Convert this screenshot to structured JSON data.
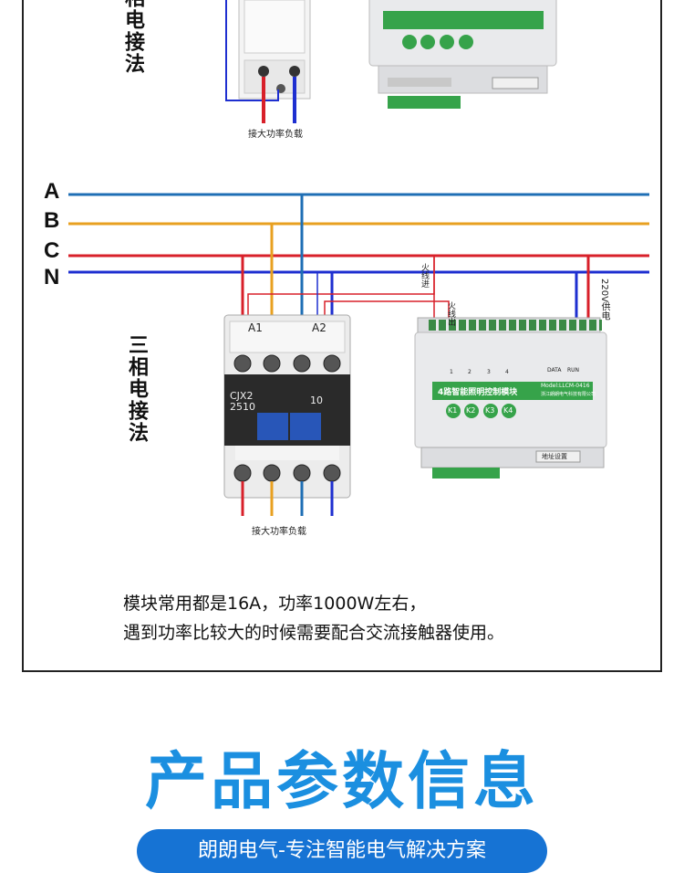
{
  "top_section": {
    "method_label_partial": "相电接法",
    "load_label": "接大功率负载"
  },
  "phases": [
    "A",
    "B",
    "C",
    "N"
  ],
  "contactor": {
    "terminal_a1": "A1",
    "terminal_a2": "A2",
    "model": "CJX2\n2510",
    "rating": "10"
  },
  "module": {
    "title": "4路智能照明控制模块",
    "model": "Model:LLCM-0416",
    "company": "浙江朗朗电气科技有限公司",
    "status_leds": [
      "DATA",
      "RUN"
    ],
    "buttons": [
      "K1",
      "K2",
      "K3",
      "K4"
    ],
    "channel_numbers": [
      "1",
      "2",
      "3",
      "4"
    ],
    "address_label": "地址设置"
  },
  "wire_labels": {
    "fire_in": "火线进",
    "fire_out": "火线出",
    "supply": "220V供电"
  },
  "bottom_section": {
    "method_label": "三相电接法",
    "load_label": "接大功率负载"
  },
  "note_lines": [
    "模块常用都是16A，功率1000W左右，",
    "遇到功率比较大的时候需要配合交流接触器使用。"
  ],
  "footer": {
    "heading": "产品参数信息",
    "tagline": "朗朗电气-专注智能电气解决方案"
  },
  "colors": {
    "phase_a": "#1f6fb5",
    "phase_b": "#e8a020",
    "phase_c": "#d8202a",
    "phase_n": "#1e2fd0",
    "module_green": "#36a34a",
    "heading_blue": "#1b8fe0",
    "pill_blue": "#1673d4"
  }
}
